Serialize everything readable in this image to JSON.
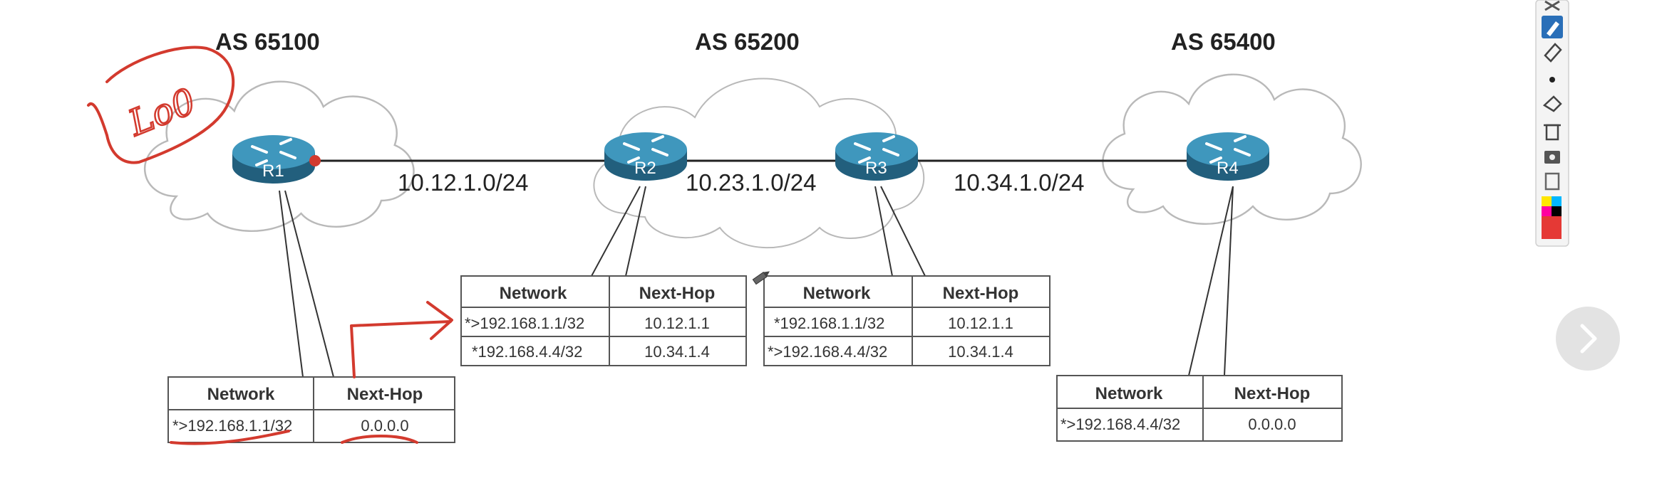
{
  "diagram": {
    "as_labels": [
      "AS 65100",
      "AS 65200",
      "AS 65400"
    ],
    "links": [
      "10.12.1.0/24",
      "10.23.1.0/24",
      "10.34.1.0/24"
    ],
    "routers": [
      "R1",
      "R2",
      "R3",
      "R4"
    ],
    "handwriting": "Lo0",
    "tables": [
      {
        "headers": [
          "Network",
          "Next-Hop"
        ],
        "rows": [
          [
            "*>192.168.1.1/32",
            "0.0.0.0"
          ]
        ]
      },
      {
        "headers": [
          "Network",
          "Next-Hop"
        ],
        "rows": [
          [
            "*>192.168.1.1/32",
            "10.12.1.1"
          ],
          [
            "*192.168.4.4/32",
            "10.34.1.4"
          ]
        ]
      },
      {
        "headers": [
          "Network",
          "Next-Hop"
        ],
        "rows": [
          [
            "*192.168.1.1/32",
            "10.12.1.1"
          ],
          [
            "*>192.168.4.4/32",
            "10.34.1.4"
          ]
        ]
      },
      {
        "headers": [
          "Network",
          "Next-Hop"
        ],
        "rows": [
          [
            "*>192.168.4.4/32",
            "0.0.0.0"
          ]
        ]
      }
    ]
  },
  "toolbar": {
    "tools": [
      "close-icon",
      "pen-icon",
      "marker-icon",
      "dot-icon",
      "eraser-icon",
      "trash-icon",
      "camera-icon",
      "clipboard-icon",
      "color-palette-icon"
    ],
    "palette_colors": [
      "#ffe600",
      "#00b7ff",
      "#ff00a0",
      "#000000",
      "#e53935",
      "#ffffff"
    ]
  },
  "colors": {
    "router": "#2b7a9e",
    "router_top": "#3f97bd",
    "ink": "#d33a2e",
    "cloud_stroke": "#b9b9b9"
  }
}
